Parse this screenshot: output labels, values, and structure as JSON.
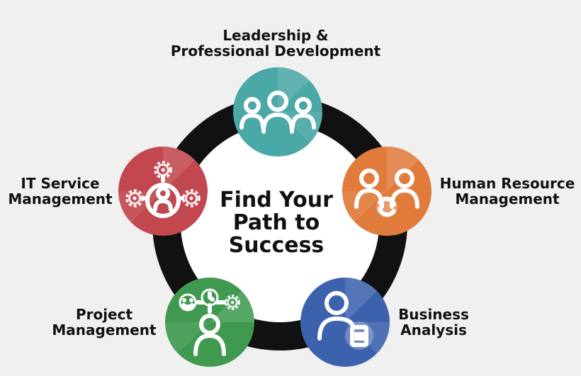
{
  "center": {
    "lines": [
      "Find Your",
      "Path to",
      "Success"
    ]
  },
  "nodes": [
    {
      "id": "leadership",
      "lines": [
        "Leadership &",
        "Professional Development"
      ],
      "color": "#4aa8a6",
      "icon": "people-group-icon"
    },
    {
      "id": "hr",
      "lines": [
        "Human Resource",
        "Management"
      ],
      "color": "#e07b3c",
      "icon": "people-cycle-icon"
    },
    {
      "id": "ba",
      "lines": [
        "Business",
        "Analysis"
      ],
      "color": "#3d62ad",
      "icon": "person-report-icon"
    },
    {
      "id": "pm",
      "lines": [
        "Project",
        "Management"
      ],
      "color": "#3f9a50",
      "icon": "person-timeline-icon"
    },
    {
      "id": "itsm",
      "lines": [
        "IT Service",
        "Management"
      ],
      "color": "#c2474f",
      "icon": "person-gears-icon"
    }
  ],
  "ring_color": "#111111",
  "inner_color": "#ffffff"
}
